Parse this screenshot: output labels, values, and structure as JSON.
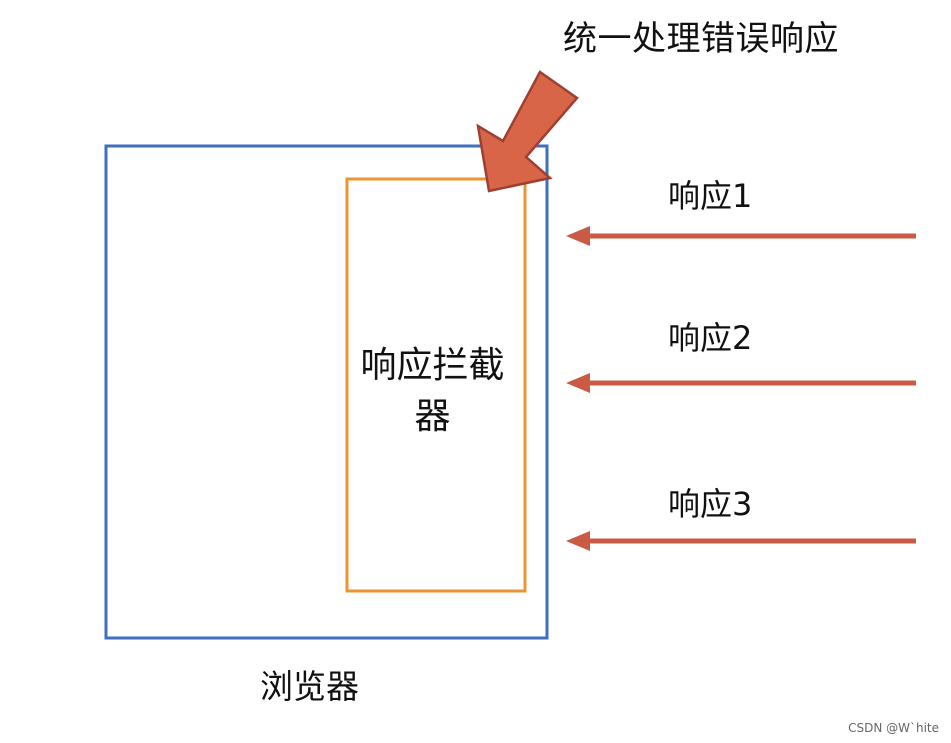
{
  "labels": {
    "title": "统一处理错误响应",
    "response_1": "响应1",
    "response_2": "响应2",
    "response_3": "响应3",
    "interceptor": "响应拦截器",
    "browser": "浏览器"
  },
  "watermark": "CSDN @W`hite",
  "colors": {
    "browser_border": "#3f6fbe",
    "interceptor_border": "#eb9433",
    "arrow": "#c95a44",
    "big_arrow_fill": "#d96549",
    "big_arrow_stroke": "#9f3f31"
  }
}
